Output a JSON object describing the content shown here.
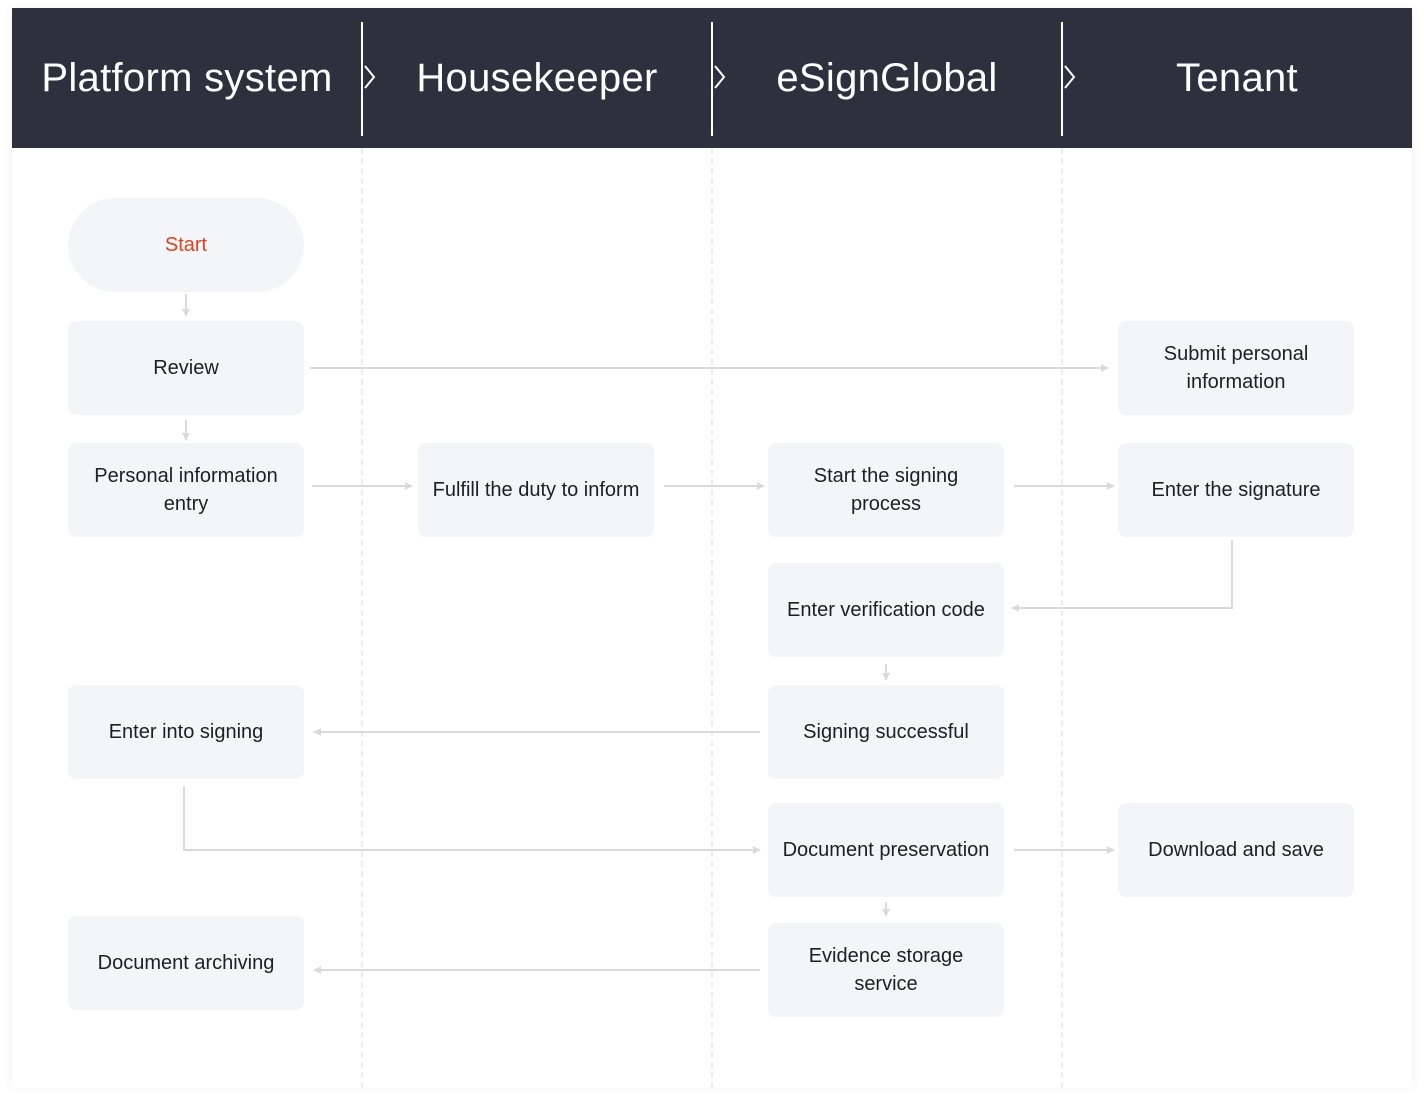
{
  "lanes": [
    {
      "title": "Platform system"
    },
    {
      "title": "Housekeeper"
    },
    {
      "title": "eSignGlobal"
    },
    {
      "title": "Tenant"
    }
  ],
  "nodes": {
    "start": "Start",
    "review": "Review",
    "personal_info_entry": "Personal information entry",
    "fulfill_duty": "Fulfill the duty to inform",
    "start_signing": "Start the signing process",
    "submit_personal_info": "Submit personal information",
    "enter_signature": "Enter the signature",
    "enter_verification_code": "Enter verification code",
    "signing_successful": "Signing successful",
    "enter_into_signing": "Enter into signing",
    "document_preservation": "Document preservation",
    "download_and_save": "Download and save",
    "evidence_storage": "Evidence storage service",
    "document_archiving": "Document archiving"
  },
  "edges": [
    {
      "from": "start",
      "to": "review"
    },
    {
      "from": "review",
      "to": "personal_info_entry"
    },
    {
      "from": "review",
      "to": "submit_personal_info"
    },
    {
      "from": "personal_info_entry",
      "to": "fulfill_duty"
    },
    {
      "from": "fulfill_duty",
      "to": "start_signing"
    },
    {
      "from": "start_signing",
      "to": "enter_signature"
    },
    {
      "from": "enter_signature",
      "to": "enter_verification_code"
    },
    {
      "from": "enter_verification_code",
      "to": "signing_successful"
    },
    {
      "from": "signing_successful",
      "to": "enter_into_signing"
    },
    {
      "from": "enter_into_signing",
      "to": "document_preservation"
    },
    {
      "from": "document_preservation",
      "to": "download_and_save"
    },
    {
      "from": "document_preservation",
      "to": "evidence_storage"
    },
    {
      "from": "evidence_storage",
      "to": "document_archiving"
    }
  ],
  "colors": {
    "header_bg": "#2e313d",
    "node_bg": "#f4f5f9",
    "start_text": "#e04221",
    "edge": "#d9d9de"
  }
}
